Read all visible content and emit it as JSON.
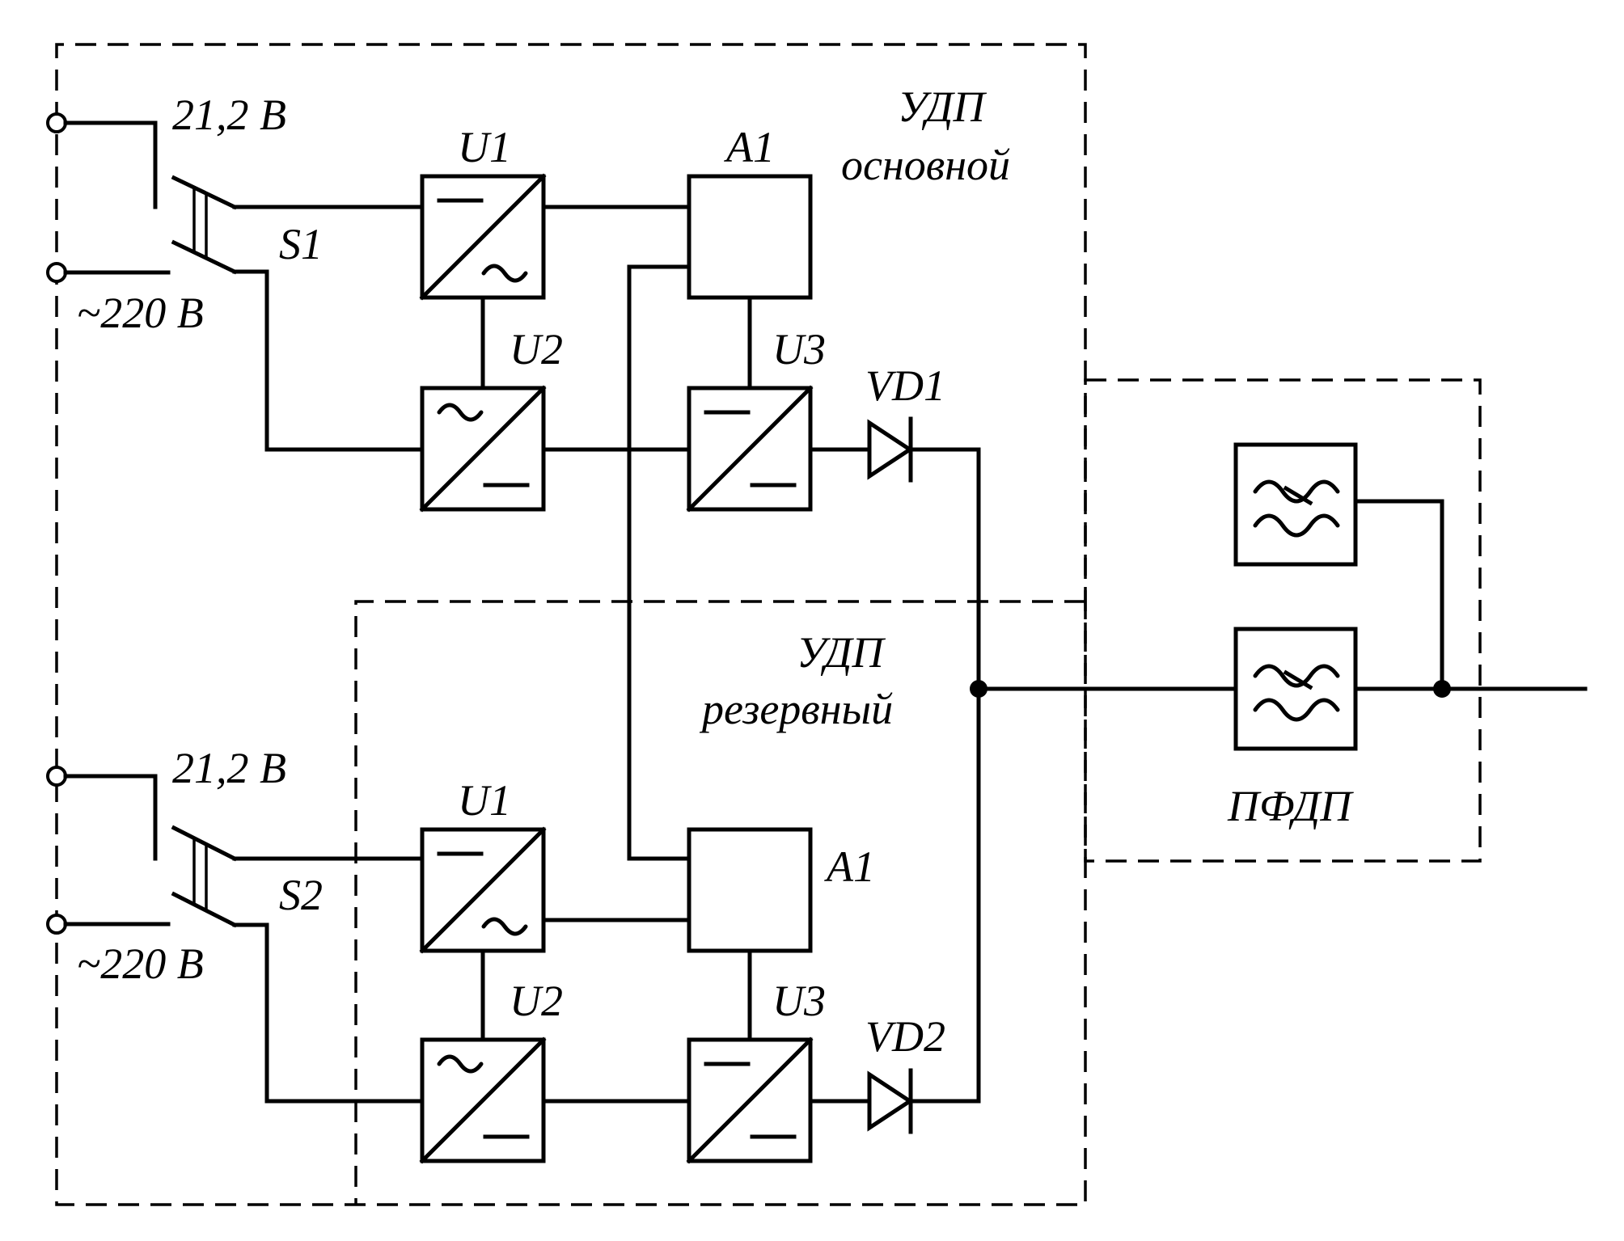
{
  "main_unit": {
    "title_line1": "УДП",
    "title_line2": "основной",
    "dc_input_label": "21,2 В",
    "ac_input_label": "~220 В",
    "switch_label": "S1",
    "inverter_label": "U1",
    "rectifier_label": "U2",
    "dcdc_label": "U3",
    "controller_label": "A1",
    "diode_label": "VD1"
  },
  "reserve_unit": {
    "title_line1": "УДП",
    "title_line2": "резервный",
    "dc_input_label": "21,2 В",
    "ac_input_label": "~220 В",
    "switch_label": "S2",
    "inverter_label": "U1",
    "rectifier_label": "U2",
    "dcdc_label": "U3",
    "controller_label": "A1",
    "diode_label": "VD2"
  },
  "filter_unit": {
    "title": "ПФДП"
  }
}
